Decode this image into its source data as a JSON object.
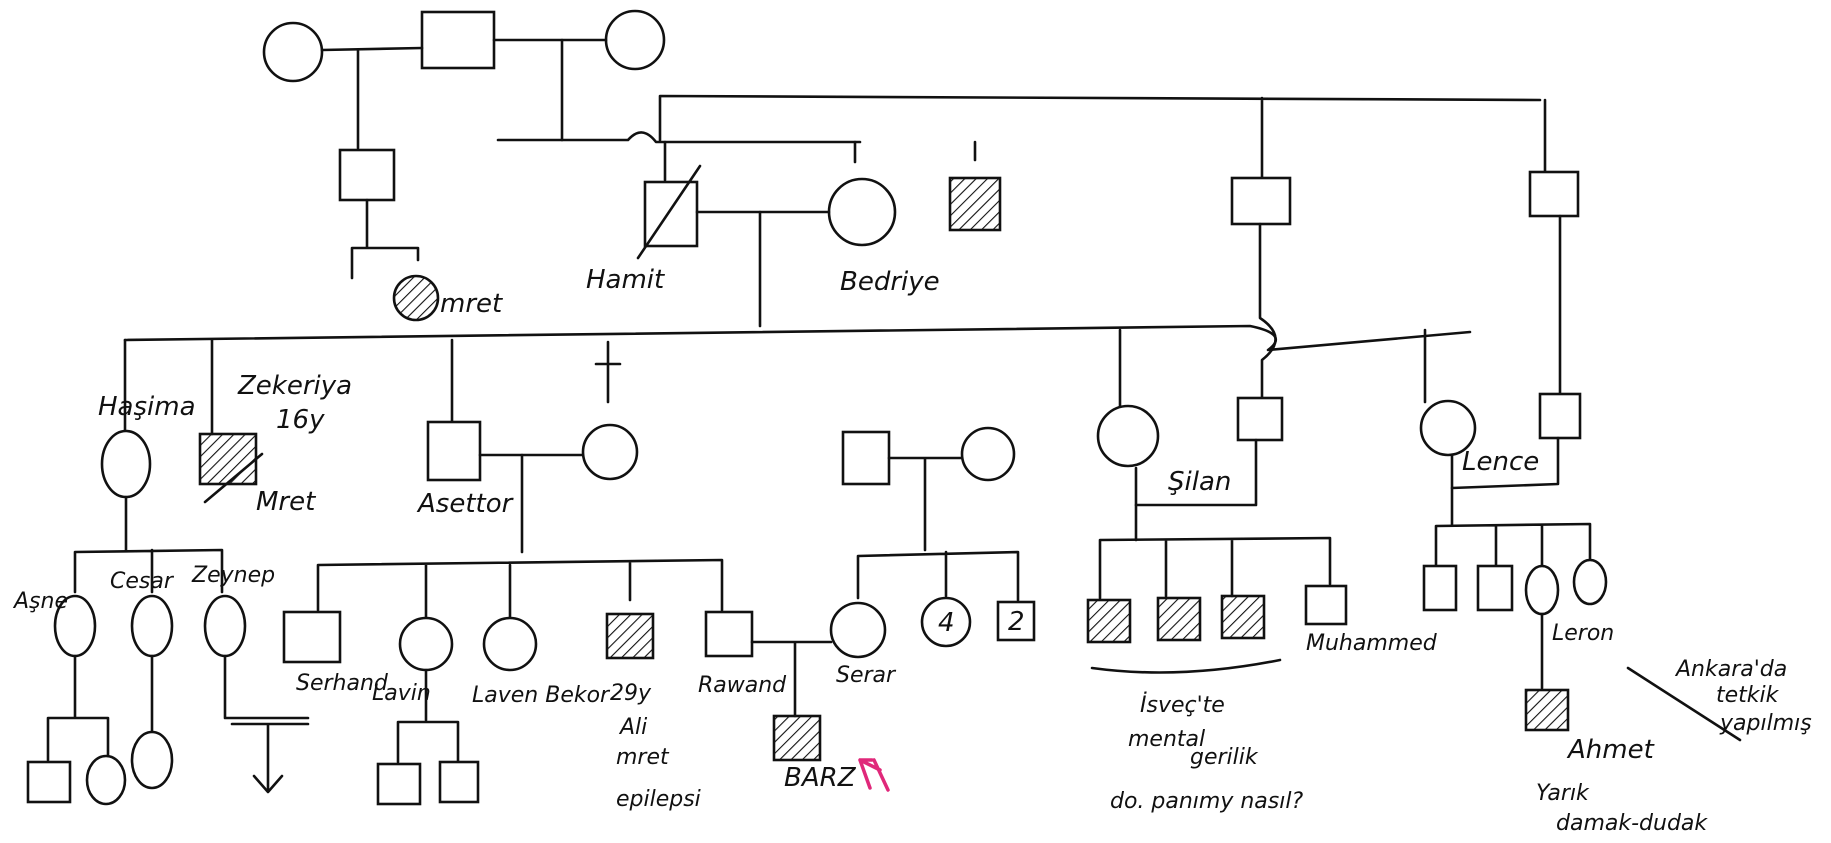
{
  "labels": {
    "mret_top": "mret",
    "hamit": "Hamit",
    "bedriye": "Bedriye",
    "hasima": "Haşima",
    "zekeriya": "Zekeriya",
    "zekeriya_age": "16y",
    "zekeriya_mret": "Mret",
    "asettor": "Asettor",
    "silan": "Şilan",
    "lence": "Lence",
    "asne": "Aşne",
    "cesar": "Cesar",
    "zeynep": "Zeynep",
    "serhand": "Serhand",
    "lavin": "Lavin",
    "laven_bekor": "Laven Bekor",
    "ali_age": "29y",
    "ali_name": "Ali",
    "ali_mret": "mret",
    "ali_epilepsi": "epilepsi",
    "rawand": "Rawand",
    "serar": "Serar",
    "count_4": "4",
    "count_2": "2",
    "barz": "BARZ",
    "muhammed": "Muhammed",
    "isvec_1": "İsveç'te",
    "isvec_2": "mental",
    "isvec_3": "gerilik",
    "isvec_4": "do. panımy nasıl?",
    "leron": "Leron",
    "ahmet": "Ahmet",
    "yarik_1": "Yarık",
    "yarik_2": "damak-dudak",
    "ankara_1": "Ankara'da",
    "ankara_2": "tetkik",
    "ankara_3": "yapılmış"
  },
  "colors": {
    "ink": "#111111",
    "proband_arrow": "#e0287a",
    "background": "#ffffff"
  }
}
